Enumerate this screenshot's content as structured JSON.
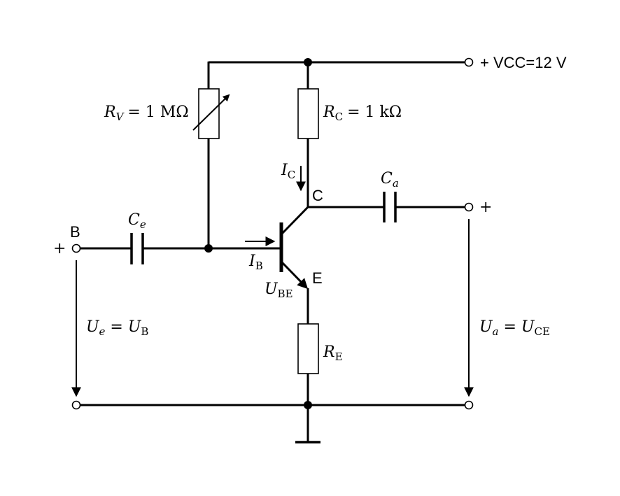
{
  "supply": {
    "label": "+ VCC=12 V"
  },
  "nodes": {
    "base": "B",
    "collector": "C",
    "emitter": "E"
  },
  "terminals": {
    "input_plus": "+",
    "output_plus": "+"
  },
  "components": {
    "rv": {
      "sym": "R",
      "sub": "V",
      "rest": "= 1 MΩ"
    },
    "rc": {
      "sym": "R",
      "sub": "C",
      "rest": "= 1 kΩ"
    },
    "re": {
      "sym": "R",
      "sub": "E"
    },
    "ce": {
      "sym": "C",
      "sub": "e"
    },
    "ca": {
      "sym": "C",
      "sub": "a"
    }
  },
  "currents": {
    "ic": {
      "sym": "I",
      "sub": "C"
    },
    "ib": {
      "sym": "I",
      "sub": "B"
    }
  },
  "voltages": {
    "ube": {
      "sym": "U",
      "sub": "BE"
    },
    "ue": {
      "sym": "U",
      "sub": "e",
      "eq": " = ",
      "sym2": "U",
      "sub2": "B"
    },
    "ua": {
      "sym": "U",
      "sub": "a",
      "eq": " = ",
      "sym2": "U",
      "sub2": "CE"
    }
  }
}
